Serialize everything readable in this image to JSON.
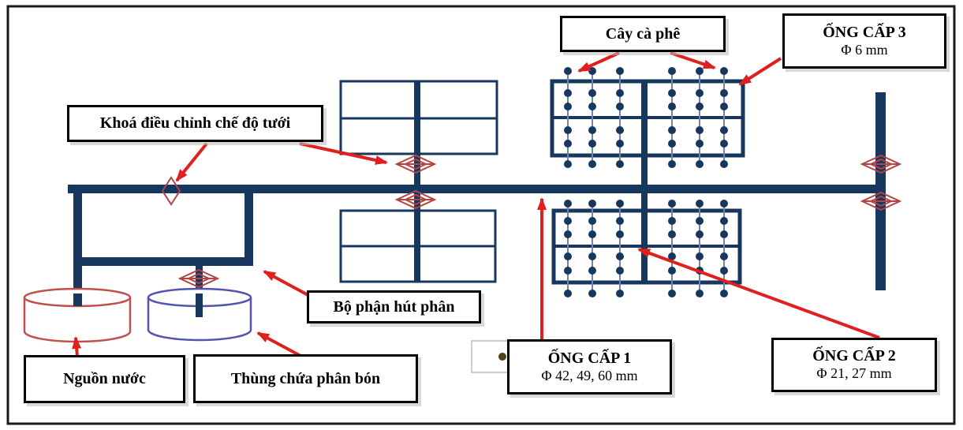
{
  "labels": {
    "irrigation_valve": "Khoá điều chỉnh chế độ tưới",
    "coffee_tree": "Cây cà phê",
    "pipe_level_3": {
      "title": "ỐNG CẤP 3",
      "spec": "Φ 6 mm"
    },
    "pipe_level_1": {
      "title": "ỐNG CẤP 1",
      "spec": "Φ 42, 49, 60 mm"
    },
    "pipe_level_2": {
      "title": "ỐNG CẤP 2",
      "spec": "Φ 21, 27 mm"
    },
    "fertilizer_suction": "Bộ phận hút phân",
    "water_source": "Nguồn nước",
    "fertilizer_tank": "Thùng chứa phân bón"
  },
  "colors": {
    "pipe": "#17375e",
    "drip": "#7284a8",
    "arrow": "#e01f1f",
    "valve": "#b34444",
    "water": "#c0504d",
    "fert": "#5353b0",
    "frame": "#1a1a1a",
    "boxborder": "#000000"
  }
}
